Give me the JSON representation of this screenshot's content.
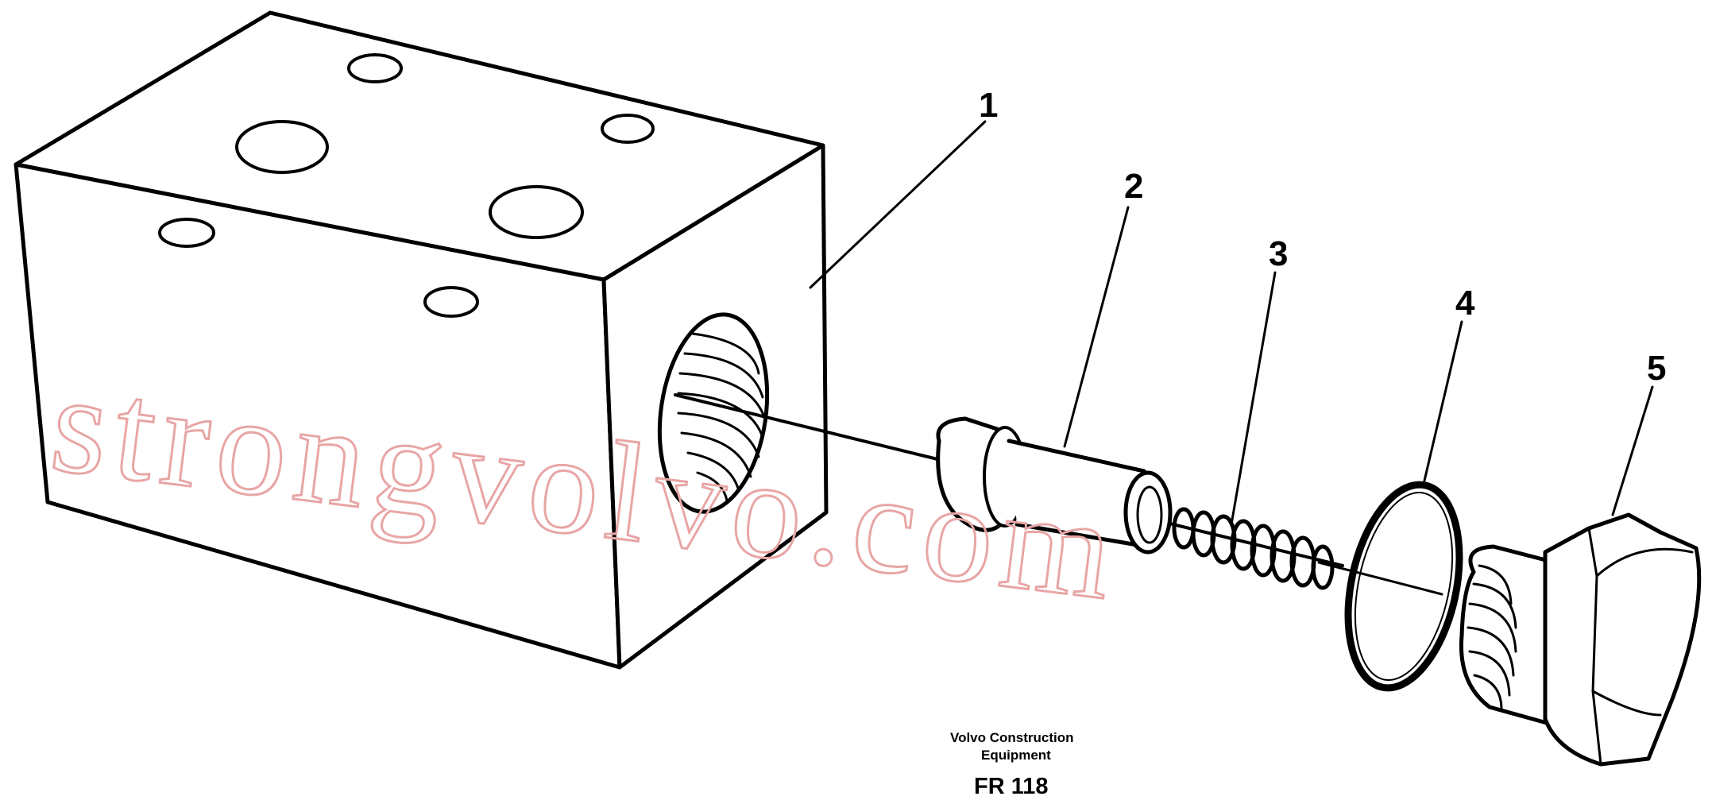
{
  "callouts": [
    "1",
    "2",
    "3",
    "4",
    "5"
  ],
  "caption": {
    "line1": "Volvo Construction",
    "line2": "Equipment",
    "figure_id": "FR 118"
  },
  "watermark": "strongvolvo.com",
  "colors": {
    "ink": "#000000",
    "watermark": "#e8a5a5",
    "background": "#ffffff"
  }
}
